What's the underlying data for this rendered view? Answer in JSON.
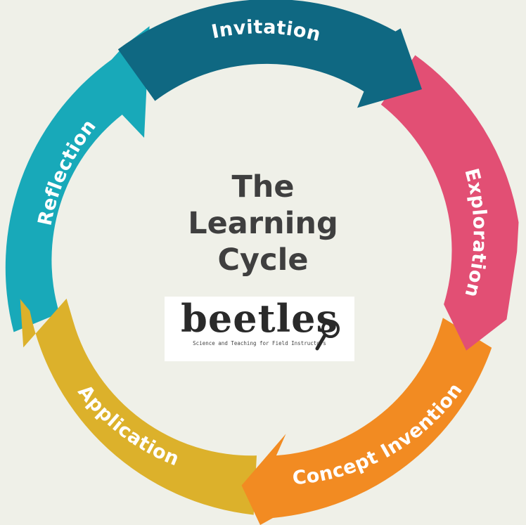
{
  "diagram": {
    "title_lines": [
      "The",
      "Learning",
      "Cycle"
    ],
    "logo": {
      "wordmark": "beetles",
      "tagline": "Science and Teaching for Field Instructors"
    },
    "segments": [
      {
        "label": "Invitation",
        "color": "#0f6882"
      },
      {
        "label": "Exploration",
        "color": "#e24f74"
      },
      {
        "label": "Concept Invention",
        "color": "#f28b22"
      },
      {
        "label": "Application",
        "color": "#dcb12b"
      },
      {
        "label": "Reflection",
        "color": "#18a9b9"
      }
    ]
  }
}
